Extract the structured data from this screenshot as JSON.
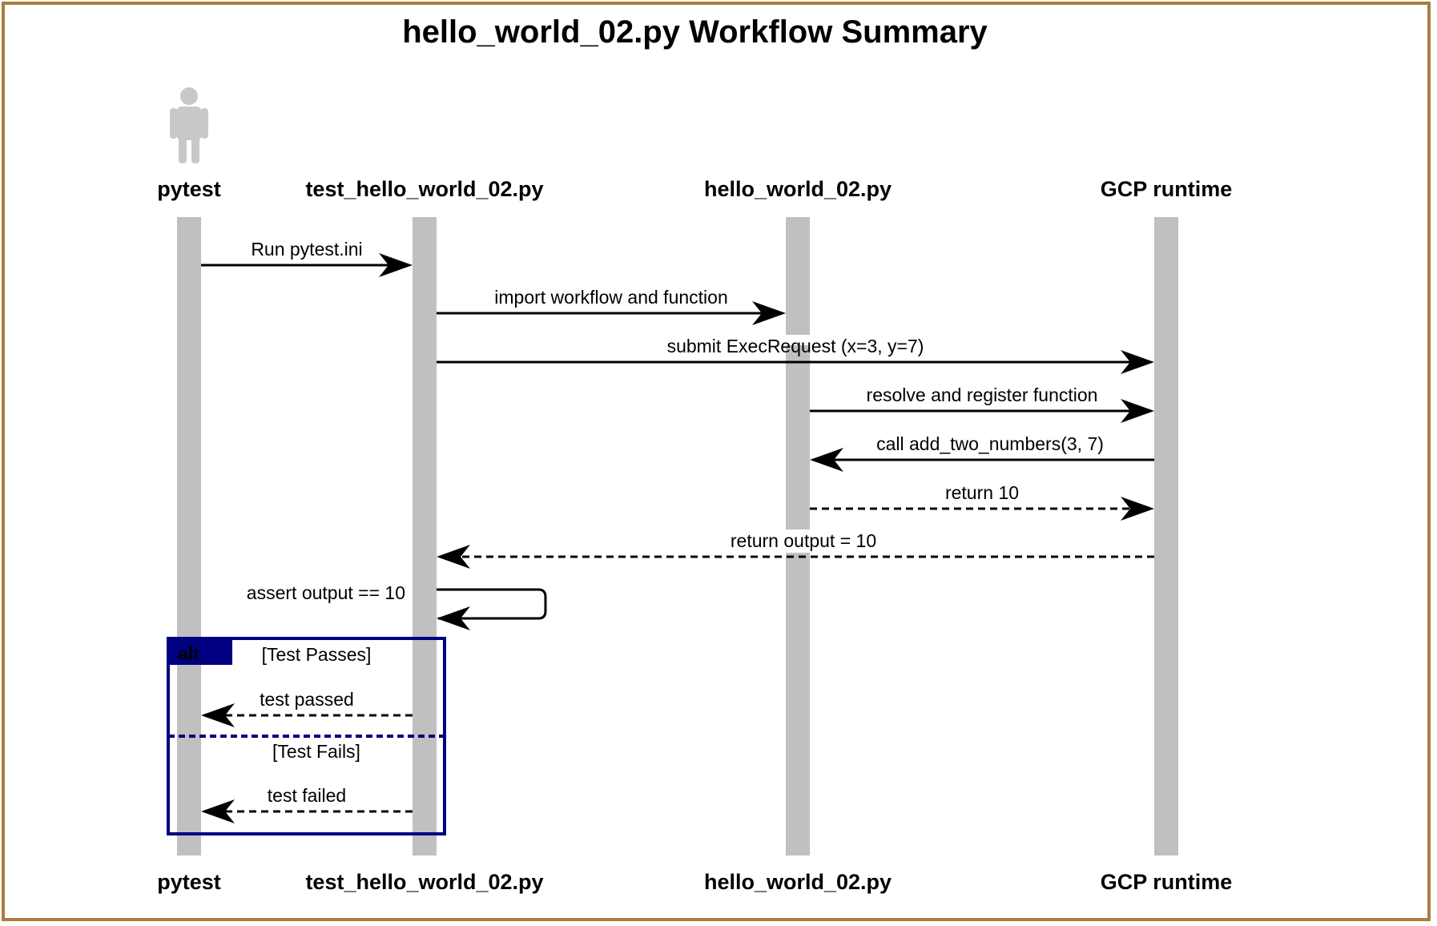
{
  "title": "hello_world_02.py Workflow Summary",
  "colors": {
    "border": "#a97e3f",
    "lifeline": "#c0c0c0",
    "actor": "#c8c8c8",
    "fragment": "#000080",
    "text": "#000000"
  },
  "participants": [
    {
      "id": "pytest",
      "label": "pytest",
      "kind": "actor"
    },
    {
      "id": "test",
      "label": "test_hello_world_02.py",
      "kind": "participant"
    },
    {
      "id": "hello",
      "label": "hello_world_02.py",
      "kind": "participant"
    },
    {
      "id": "gcp",
      "label": "GCP runtime",
      "kind": "participant"
    }
  ],
  "messages": [
    {
      "from": "pytest",
      "to": "test",
      "label": "Run pytest.ini",
      "style": "solid"
    },
    {
      "from": "test",
      "to": "hello",
      "label": "import workflow and function",
      "style": "solid"
    },
    {
      "from": "test",
      "to": "gcp",
      "label": "submit ExecRequest (x=3, y=7)",
      "style": "solid"
    },
    {
      "from": "hello",
      "to": "gcp",
      "label": "resolve and register function",
      "style": "solid"
    },
    {
      "from": "gcp",
      "to": "hello",
      "label": "call add_two_numbers(3, 7)",
      "style": "solid"
    },
    {
      "from": "hello",
      "to": "gcp",
      "label": "return 10",
      "style": "dashed"
    },
    {
      "from": "gcp",
      "to": "test",
      "label": "return output = 10",
      "style": "dashed"
    },
    {
      "from": "test",
      "to": "test",
      "label": "assert output == 10",
      "style": "self"
    }
  ],
  "fragment": {
    "type": "alt",
    "sections": [
      {
        "guard": "[Test Passes]",
        "message": {
          "from": "test",
          "to": "pytest",
          "label": "test passed",
          "style": "dashed"
        }
      },
      {
        "guard": "[Test Fails]",
        "message": {
          "from": "test",
          "to": "pytest",
          "label": "test failed",
          "style": "dashed"
        }
      }
    ]
  }
}
